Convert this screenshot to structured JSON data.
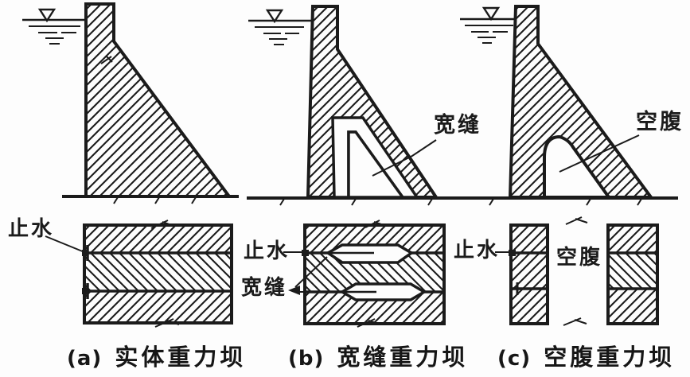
{
  "colors": {
    "ink": "#1b1b1b",
    "background": "#fdfdfd"
  },
  "icons": {
    "water_level": "▽"
  },
  "elevation_labels": {
    "wide_slot": "宽缝",
    "hollow": "空腹"
  },
  "plan_labels": {
    "waterstop_a": "止水",
    "waterstop_b": "止水",
    "wide_slot_b": "宽缝",
    "waterstop_c": "止水",
    "hollow_c": "空腹"
  },
  "captions": {
    "a": {
      "index": "(a)",
      "label": "实体重力坝"
    },
    "b": {
      "index": "(b)",
      "label": "宽缝重力坝"
    },
    "c": {
      "index": "(c)",
      "label": "空腹重力坝"
    }
  }
}
